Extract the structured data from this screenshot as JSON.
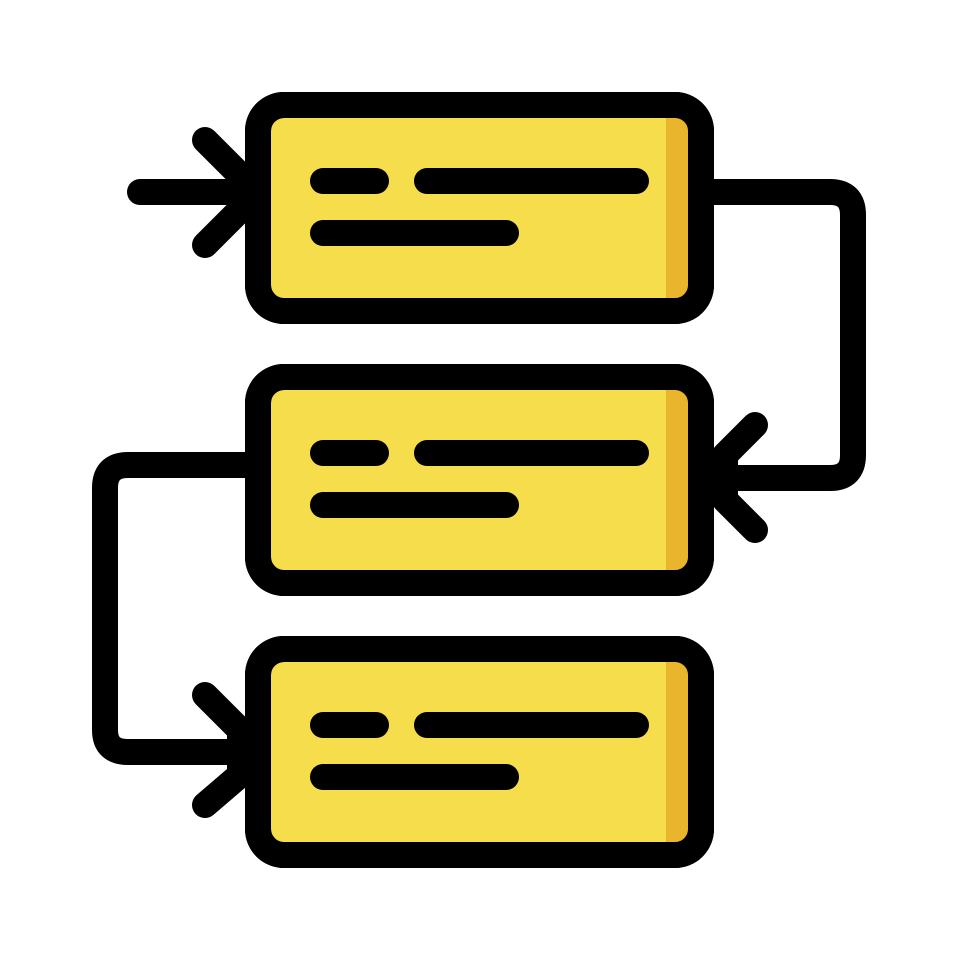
{
  "icon": {
    "name": "workflow-process-icon",
    "colors": {
      "background": "#FFFFFF",
      "stroke": "#000000",
      "card_fill": "#F5DD4B",
      "card_shadow": "#E8B52C"
    },
    "cards": [
      {
        "name": "process-card-1",
        "lines": [
          "short",
          "long",
          "medium"
        ]
      },
      {
        "name": "process-card-2",
        "lines": [
          "short",
          "long",
          "medium"
        ]
      },
      {
        "name": "process-card-3",
        "lines": [
          "short",
          "long",
          "medium"
        ]
      }
    ],
    "connectors": [
      {
        "name": "entry-arrow",
        "direction": "right"
      },
      {
        "name": "card1-to-card2-connector",
        "direction": "left"
      },
      {
        "name": "card2-to-card3-connector",
        "direction": "right"
      }
    ]
  }
}
